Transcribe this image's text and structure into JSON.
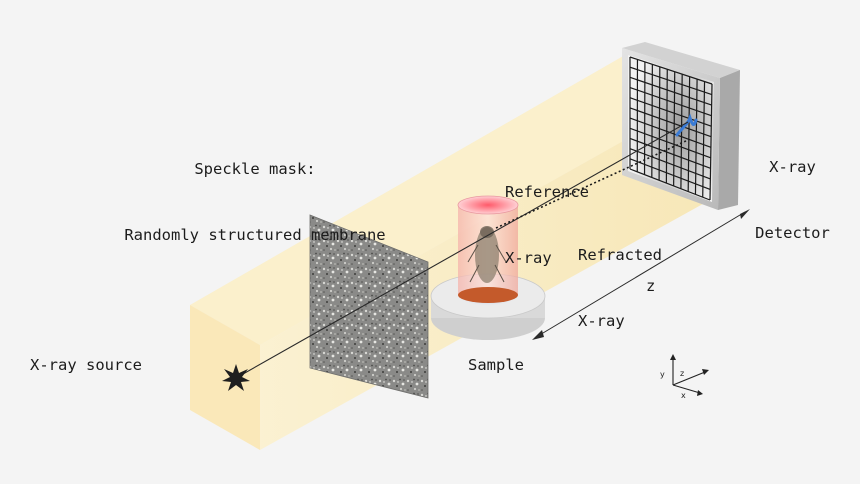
{
  "labels": {
    "speckle_mask_line1": "Speckle mask:",
    "speckle_mask_line2": "Randomly structured membrane",
    "reference_line1": "Reference",
    "reference_line2": "X-ray",
    "refracted_line1": "Refracted",
    "refracted_line2": "X-ray",
    "detector_line1": "X-ray",
    "detector_line2": "Detector",
    "source": "X-ray source",
    "sample": "Sample",
    "distance": "z"
  },
  "axes": {
    "x": "x",
    "y": "y",
    "z": "z"
  },
  "colors": {
    "background": "#f4f4f4",
    "beam": "#fbe9b4",
    "sample_glow": "#e8495a",
    "ray": "#2a2a2a",
    "detector_grid": "#1a1a1a",
    "detector_highlight": "#3a7bd5"
  }
}
